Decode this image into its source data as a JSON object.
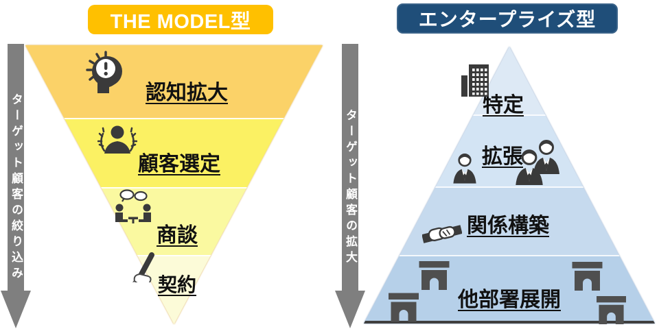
{
  "left_model": {
    "title": "THE MODEL型",
    "title_bg": "#FFC000",
    "arrow_label": "ターゲット顧客の絞り込み",
    "stages": [
      {
        "label": "認知拡大",
        "icon": "idea-head-icon",
        "color": "#FBD268"
      },
      {
        "label": "顧客選定",
        "icon": "award-person-icon",
        "color": "#FBF163"
      },
      {
        "label": "商談",
        "icon": "meeting-icon",
        "color": "#FAF9A0"
      },
      {
        "label": "契約",
        "icon": "signing-pen-icon",
        "color": "#FCFBD8"
      }
    ]
  },
  "right_model": {
    "title": "エンタープライズ型",
    "title_bg": "#1F4E79",
    "arrow_label": "ターゲット顧客の拡大",
    "stages": [
      {
        "label": "特定",
        "icon": "building-icon",
        "color": "#DDE9F5"
      },
      {
        "label": "拡張",
        "icon": "businessmen-pair-icon",
        "color": "#D3E4F4"
      },
      {
        "label": "関係構築",
        "icon": "handshake-icon",
        "color": "#C6DAEE"
      },
      {
        "label": "他部署展開",
        "icon": "arch-gate-icon",
        "color": "#B6D0E9"
      }
    ]
  },
  "colors": {
    "arrow": "#7F7F7F",
    "arrow_text": "#FFFFFF",
    "pyramid_base": "#3F3F3F"
  }
}
